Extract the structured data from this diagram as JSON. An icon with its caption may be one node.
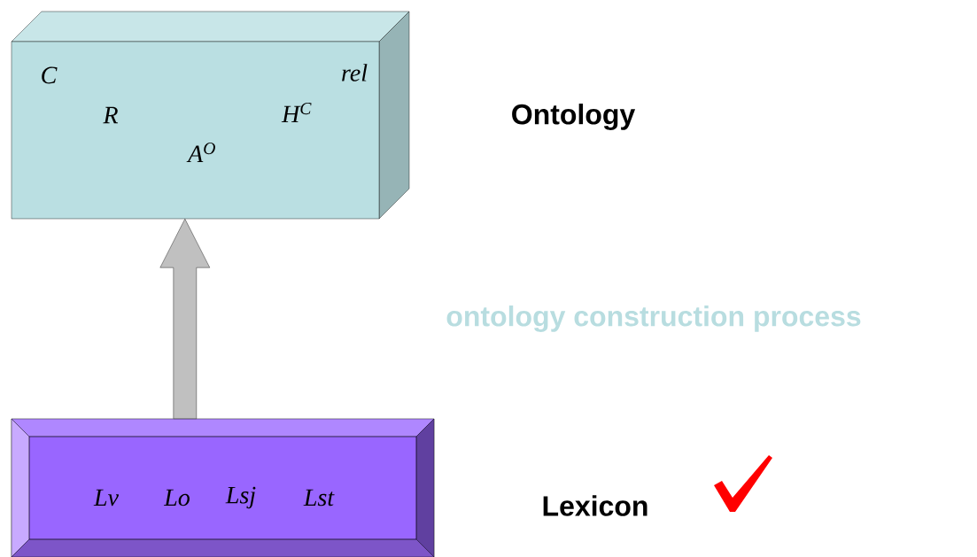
{
  "diagram": {
    "nodes": [
      {
        "text": [
          "C",
          "rel",
          "R",
          "H$^{C}$",
          "A$^{O}$"
        ],
        "beside": [
          "Ontology"
        ]
      },
      {
        "text": [
          "Lv",
          "Lo",
          "Lsj",
          "Lst"
        ],
        "beside": [
          "Lexicon"
        ]
      }
    ],
    "edges": [
      {
        "from": 1,
        "to": 0,
        "arrow": "to"
      }
    ],
    "labels": [
      "ontology  construction process"
    ]
  }
}
